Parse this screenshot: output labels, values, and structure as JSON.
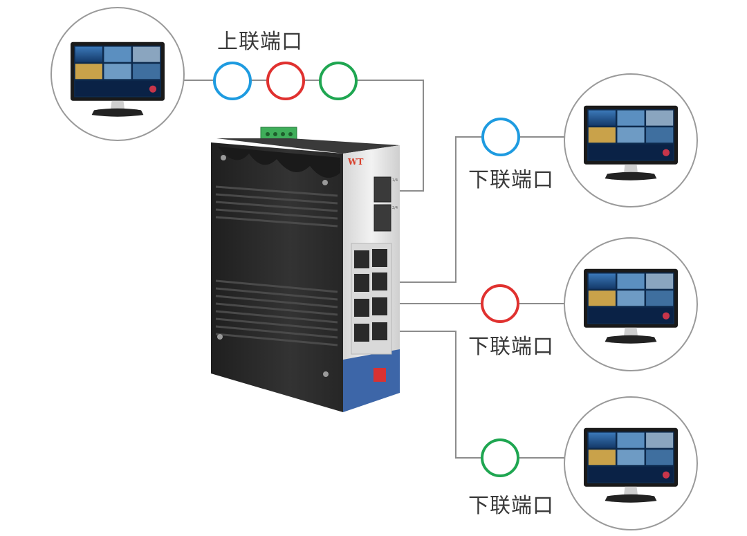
{
  "labels": {
    "uplink": "上联端口",
    "downlink": "下联端口"
  },
  "brand": {
    "logo_text": "WT",
    "port_text_1": "1/4",
    "port_text_2": "2/4"
  },
  "colors": {
    "blue": "#1e9be0",
    "red": "#e0312f",
    "green": "#1fa651",
    "line": "#8c8c8c",
    "circle_border": "#9a9a9a",
    "switch_body": "#2b2b2b",
    "switch_front": "#e6e6e6",
    "switch_blue": "#3d66a8"
  }
}
